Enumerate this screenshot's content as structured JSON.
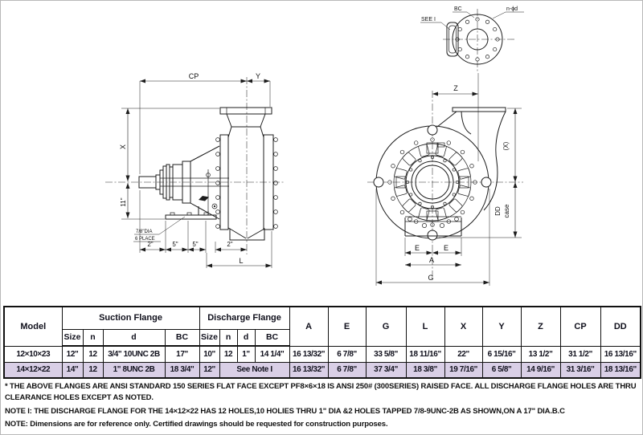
{
  "page": {
    "background": "#ffffff",
    "line_color": "#1c1c1c",
    "alt_row_color": "#d9cfe6"
  },
  "drawings": {
    "side_view": {
      "cp": "CP",
      "y": "Y",
      "x": "X",
      "h11": "11\"",
      "hole_note_line1": "7/8\"DIA",
      "hole_note_line2": "6 PLACE",
      "base_dims": [
        "2\"",
        "5\"",
        "5\"",
        "2\""
      ],
      "l": "L"
    },
    "front_view": {
      "z": "Z",
      "x_ref": "(X)",
      "dd": "DD",
      "case": "case",
      "e1": "E",
      "e2": "E",
      "a": "A",
      "g": "G"
    },
    "detail_view": {
      "see": "SEE I",
      "bc": "BC",
      "nd": "n-ϕd"
    }
  },
  "table": {
    "headers": {
      "model": "Model",
      "suction": "Suction Flange",
      "discharge": "Discharge Flange",
      "sub": [
        "Size",
        "n",
        "d",
        "BC",
        "Size",
        "n",
        "d",
        "BC"
      ],
      "dims": [
        "A",
        "E",
        "G",
        "L",
        "X",
        "Y",
        "Z",
        "CP",
        "DD"
      ]
    },
    "rows": [
      {
        "model": "12×10×23",
        "suction_size": "12\"",
        "suction_n": "12",
        "suction_d": "3/4\" 10UNC 2B",
        "suction_bc": "17\"",
        "discharge_size": "10\"",
        "discharge_n": "12",
        "discharge_d": "1\"",
        "discharge_bc": "14 1/4\"",
        "dims": [
          "16 13/32\"",
          "6 7/8\"",
          "33 5/8\"",
          "18 11/16\"",
          "22\"",
          "6 15/16\"",
          "13 1/2\"",
          "31 1/2\"",
          "16 13/16\""
        ]
      },
      {
        "model": "14×12×22",
        "suction_size": "14\"",
        "suction_n": "12",
        "suction_d": "1\" 8UNC 2B",
        "suction_bc": "18 3/4\"",
        "discharge_size": "12\"",
        "discharge_note": "See Note I",
        "dims": [
          "16 13/32\"",
          "6 7/8\"",
          "37 3/4\"",
          "18 3/8\"",
          "19 7/16\"",
          "6 5/8\"",
          "14 9/16\"",
          "31 3/16\"",
          "18 13/16\""
        ]
      }
    ]
  },
  "notes": {
    "flange_note": "* THE ABOVE FLANGES ARE ANSI STANDARD 150 SERIES FLAT FACE EXCEPT PF8×6×18 IS ANSI 250# (300SERIES) RAISED FACE. ALL DISCHARGE FLANGE HOLES ARE THRU CLEARANCE HOLES EXCEPT AS NOTED.",
    "note_1": "NOTE I: THE DISCHARGE FLANGE FOR THE 14×12×22 HAS 12 HOLES,10 HOLIES THRU 1\" DIA &2 HOLES TAPPED 7/8-9UNC-2B AS SHOWN,ON A 17\" DIA.B.C",
    "note_2": "NOTE: Dimensions are for reference only. Certified drawings should be requested for construction purposes."
  }
}
